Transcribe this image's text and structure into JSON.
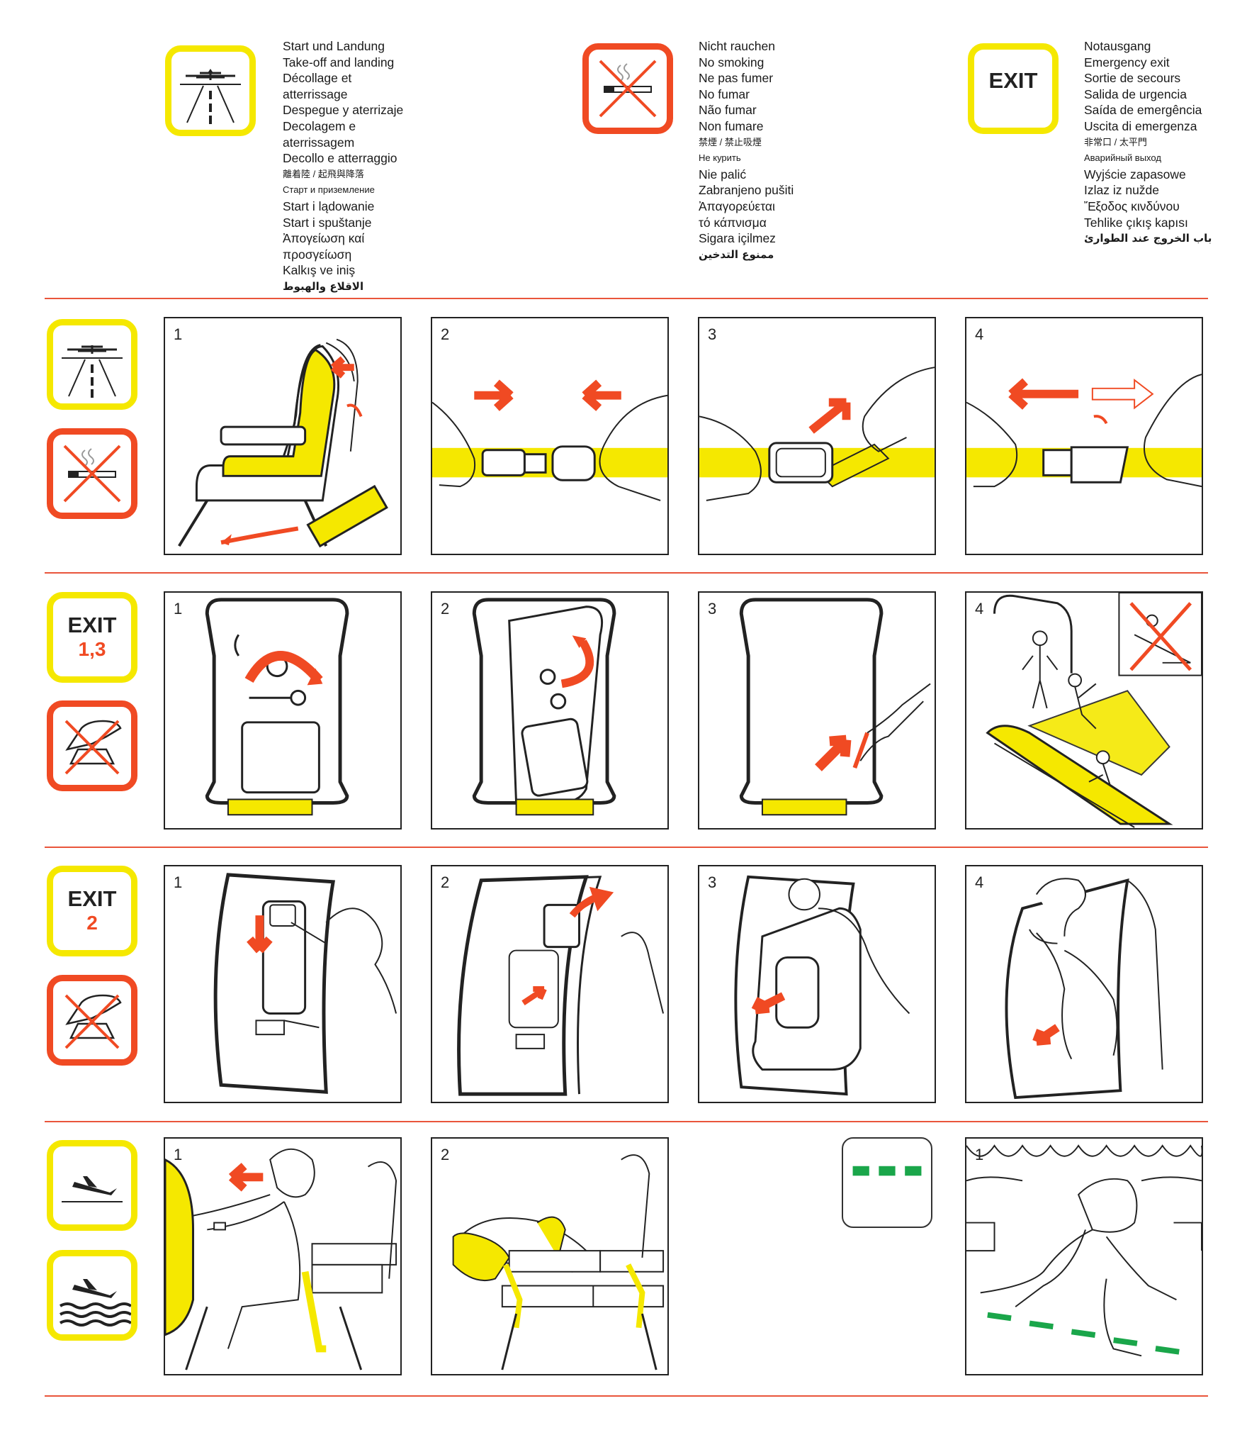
{
  "legend": {
    "takeoff_landing": [
      "Start und Landung",
      "Take-off and landing",
      "Décollage et",
      "atterrissage",
      "Despegue y aterrizaje",
      "Decolagem e",
      "aterrissagem",
      "Decollo e atterraggio",
      "離着陸 / 起飛與降落",
      "Старт и приземление",
      "Start i lądowanie",
      "Start i spuštanje",
      "Ἀπογείωση καί",
      "προσγείωση",
      "Kalkış ve iniş",
      "الاقلاع والهبوط"
    ],
    "no_smoking": [
      "Nicht rauchen",
      "No smoking",
      "Ne pas fumer",
      "No fumar",
      "Não fumar",
      "Non fumare",
      "禁煙 / 禁止吸煙",
      "Не курить",
      "Nie palić",
      "Zabranjeno pušiti",
      "Ἀπαγορεύεται",
      "τό κάπνισμα",
      "Sigara içilmez",
      "ممنوع التدخين"
    ],
    "emergency_exit": [
      "Notausgang",
      "Emergency exit",
      "Sortie de secours",
      "Salida de urgencia",
      "Saída de emergência",
      "Uscita di emergenza",
      "非常口 / 太平門",
      "Аварийный выход",
      "Wyjście zapasowe",
      "Izlaz iz nužde",
      "Ἔξοδος κινδύνου",
      "Tehlike çıkış kapısı",
      "باب الخروج عند الطوارئ"
    ]
  },
  "icons": {
    "exit_label": "EXIT",
    "exit_doors_13": "1,3",
    "exit_door_2": "2"
  },
  "rows": {
    "seatbelt": [
      "1",
      "2",
      "3",
      "4"
    ],
    "exit_13": [
      "1",
      "2",
      "3",
      "4"
    ],
    "exit_2": [
      "1",
      "2",
      "3",
      "4"
    ],
    "brace": [
      "1",
      "2"
    ],
    "floor_path": [
      "1"
    ]
  },
  "colors": {
    "yellow": "#f5e800",
    "red": "#f04a23",
    "green": "#1aa64a",
    "divider": "#e9553b"
  }
}
